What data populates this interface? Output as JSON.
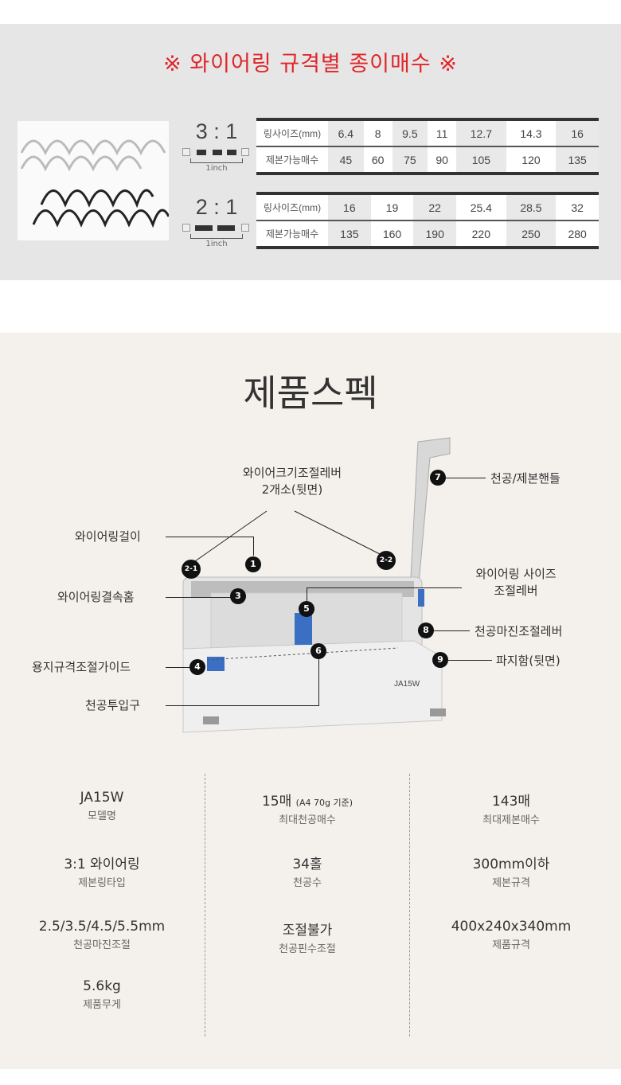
{
  "ring_section": {
    "title": "※ 와이어링 규격별 종이매수 ※",
    "tables": [
      {
        "ratio": "3 : 1",
        "inch_label": "1inch",
        "size_label": "링사이즈(mm)",
        "count_label": "제본가능매수",
        "sizes": [
          "6.4",
          "8",
          "9.5",
          "11",
          "12.7",
          "14.3",
          "16"
        ],
        "counts": [
          "45",
          "60",
          "75",
          "90",
          "105",
          "120",
          "135"
        ]
      },
      {
        "ratio": "2 : 1",
        "inch_label": "1inch",
        "size_label": "링사이즈(mm)",
        "count_label": "제본가능매수",
        "sizes": [
          "16",
          "19",
          "22",
          "25.4",
          "28.5",
          "32"
        ],
        "counts": [
          "135",
          "160",
          "190",
          "220",
          "250",
          "280"
        ]
      }
    ]
  },
  "spec_section": {
    "title": "제품스펙",
    "callouts": {
      "c1": {
        "num": "1",
        "label": "와이어링걸이"
      },
      "c21": {
        "num": "2-1"
      },
      "c22": {
        "num": "2-2"
      },
      "c2_label1": "와이어크기조절레버",
      "c2_label2": "2개소(뒷면)",
      "c3": {
        "num": "3",
        "label": "와이어링결속홈"
      },
      "c4": {
        "num": "4",
        "label": "용지규격조절가이드"
      },
      "c5": {
        "num": "5",
        "label1": "와이어링 사이즈",
        "label2": "조절레버"
      },
      "c6": {
        "num": "6",
        "label": "천공투입구"
      },
      "c7": {
        "num": "7",
        "label": "천공/제본핸들"
      },
      "c8": {
        "num": "8",
        "label": "천공마진조절레버"
      },
      "c9": {
        "num": "9",
        "label": "파지함(뒷면)"
      },
      "machine_model": "JA15W"
    },
    "specs": [
      {
        "value": "JA15W",
        "key": "모델명"
      },
      {
        "value": "15매",
        "note": "(A4 70g 기준)",
        "key": "최대천공매수"
      },
      {
        "value": "143매",
        "key": "최대제본매수"
      },
      {
        "value": "3:1 와이어링",
        "key": "제본링타입"
      },
      {
        "value": "34홀",
        "key": "천공수"
      },
      {
        "value": "300mm이하",
        "key": "제본규격"
      },
      {
        "value": "2.5/3.5/4.5/5.5mm",
        "key": "천공마진조절"
      },
      {
        "value": "조절불가",
        "key": "천공핀수조절"
      },
      {
        "value": "400x240x340mm",
        "key": "제품규격"
      },
      {
        "value": "5.6kg",
        "key": "제품무게"
      }
    ]
  }
}
